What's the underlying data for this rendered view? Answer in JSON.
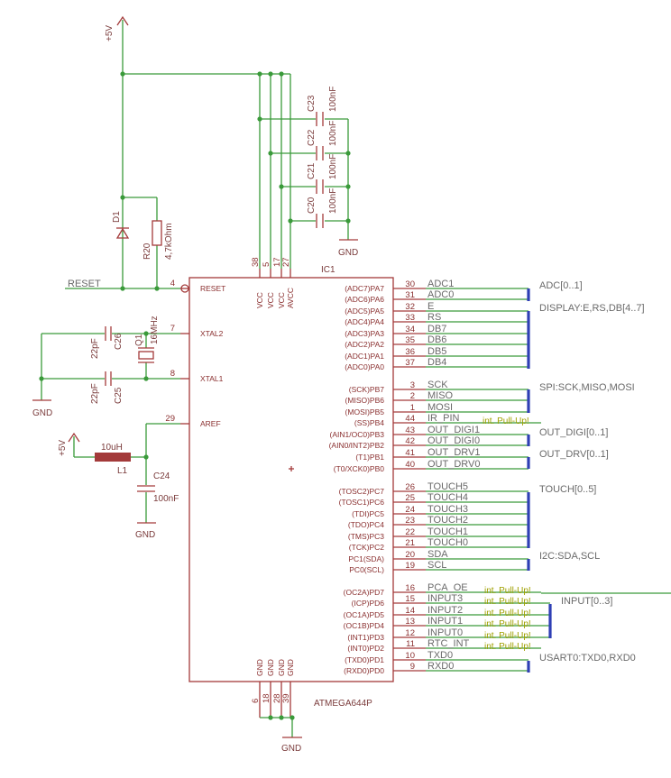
{
  "ic": {
    "name": "IC1",
    "value": "ATMEGA644P",
    "left_pins": [
      {
        "num": "4",
        "name": "RESET"
      },
      {
        "num": "7",
        "name": "XTAL2"
      },
      {
        "num": "8",
        "name": "XTAL1"
      },
      {
        "num": "29",
        "name": "AREF"
      }
    ],
    "top_pins": [
      {
        "num": "38",
        "name": "VCC"
      },
      {
        "num": "5",
        "name": "VCC"
      },
      {
        "num": "17",
        "name": "VCC"
      },
      {
        "num": "27",
        "name": "AVCC"
      }
    ],
    "bottom_pins": [
      {
        "num": "6",
        "name": "GND"
      },
      {
        "num": "18",
        "name": "GND"
      },
      {
        "num": "28",
        "name": "GND"
      },
      {
        "num": "39",
        "name": "GND"
      }
    ],
    "right_pins": [
      {
        "num": "30",
        "port": "(ADC7)PA7",
        "net": "ADC1"
      },
      {
        "num": "31",
        "port": "(ADC6)PA6",
        "net": "ADC0"
      },
      {
        "num": "32",
        "port": "(ADC5)PA5",
        "net": "E"
      },
      {
        "num": "33",
        "port": "(ADC4)PA4",
        "net": "RS"
      },
      {
        "num": "34",
        "port": "(ADC3)PA3",
        "net": "DB7"
      },
      {
        "num": "35",
        "port": "(ADC2)PA2",
        "net": "DB6"
      },
      {
        "num": "36",
        "port": "(ADC1)PA1",
        "net": "DB5"
      },
      {
        "num": "37",
        "port": "(ADC0)PA0",
        "net": "DB4"
      },
      {
        "num": "3",
        "port": "(SCK)PB7",
        "net": "SCK"
      },
      {
        "num": "2",
        "port": "(MISO)PB6",
        "net": "MISO"
      },
      {
        "num": "1",
        "port": "(MOSI)PB5",
        "net": "MOSI"
      },
      {
        "num": "44",
        "port": "(SS)PB4",
        "net": "IR_PIN"
      },
      {
        "num": "43",
        "port": "(AIN1/OC0)PB3",
        "net": "OUT_DIGI1"
      },
      {
        "num": "42",
        "port": "(AIN0/INT2)PB2",
        "net": "OUT_DIGI0"
      },
      {
        "num": "41",
        "port": "(T1)PB1",
        "net": "OUT_DRV1"
      },
      {
        "num": "40",
        "port": "(T0/XCK0)PB0",
        "net": "OUT_DRV0"
      },
      {
        "num": "26",
        "port": "(TOSC2)PC7",
        "net": "TOUCH5"
      },
      {
        "num": "25",
        "port": "(TOSC1)PC6",
        "net": "TOUCH4"
      },
      {
        "num": "24",
        "port": "(TDI)PC5",
        "net": "TOUCH3"
      },
      {
        "num": "23",
        "port": "(TDO)PC4",
        "net": "TOUCH2"
      },
      {
        "num": "22",
        "port": "(TMS)PC3",
        "net": "TOUCH1"
      },
      {
        "num": "21",
        "port": "(TCK)PC2",
        "net": "TOUCH0"
      },
      {
        "num": "20",
        "port": "PC1(SDA)",
        "net": "SDA"
      },
      {
        "num": "19",
        "port": "PC0(SCL)",
        "net": "SCL"
      },
      {
        "num": "16",
        "port": "(OC2A)PD7",
        "net": "PCA_OE"
      },
      {
        "num": "15",
        "port": "(ICP)PD6",
        "net": "INPUT3"
      },
      {
        "num": "14",
        "port": "(OC1A)PD5",
        "net": "INPUT2"
      },
      {
        "num": "13",
        "port": "(OC1B)PD4",
        "net": "INPUT1"
      },
      {
        "num": "12",
        "port": "(INT1)PD3",
        "net": "INPUT0"
      },
      {
        "num": "11",
        "port": "(INT0)PD2",
        "net": "RTC_INT"
      },
      {
        "num": "10",
        "port": "(TXD0)PD1",
        "net": "TXD0"
      },
      {
        "num": "9",
        "port": "(RXD0)PD0",
        "net": "RXD0"
      }
    ]
  },
  "buses": {
    "adc": "ADC[0..1]",
    "display": "DISPLAY:E,RS,DB[4..7]",
    "spi": "SPI:SCK,MISO,MOSI",
    "out_digi": "OUT_DIGI[0..1]",
    "out_drv": "OUT_DRV[0..1]",
    "touch": "TOUCH[0..5]",
    "i2c": "I2C:SDA,SCL",
    "input": "INPUT[0..3]",
    "usart": "USART0:TXD0,RXD0"
  },
  "pullup_note": "int. Pull-Up!",
  "components": {
    "supply_top": "+5V",
    "supply_l1": "+5V",
    "gnd": "GND",
    "reset_net": "RESET",
    "d1": "D1",
    "r20": "R20",
    "r20_value": "4,7kOhm",
    "c20": "C20",
    "c21": "C21",
    "c22": "C22",
    "c23": "C23",
    "c_decoupling_value": "100nF",
    "c25": "C25",
    "c26": "C26",
    "c_xtal_value": "22pF",
    "q1": "Q1",
    "q1_value": "16MHz",
    "l1": "L1",
    "l1_value": "10uH",
    "c24": "C24",
    "c24_value": "100nF"
  },
  "colors": {
    "wire": "#3a9a3a",
    "part": "#a33a3a",
    "bus": "#2f3fb5",
    "label": "#7a3b3b",
    "note": "#a0a000"
  }
}
